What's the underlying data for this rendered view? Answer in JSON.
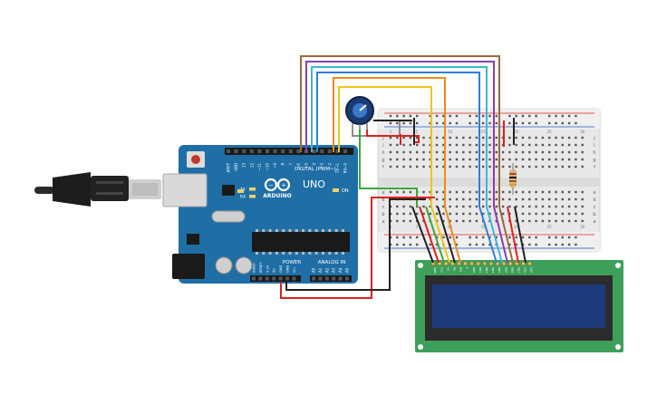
{
  "arduino": {
    "digital_label": "DIGITAL (PWM~)",
    "brand": "ARDUINO",
    "model": "UNO",
    "power_label": "POWER",
    "analog_label": "ANALOG IN",
    "on_label": "ON",
    "tx_label": "TX",
    "rx_label": "RX",
    "l_label": "L",
    "digital_pins": [
      "AREF",
      "GND",
      "13",
      "12",
      "~11",
      "~10",
      "~9",
      "8",
      "7",
      "~6",
      "~5",
      "4",
      "~3",
      "2",
      "TX→1",
      "RX←0"
    ],
    "power_pins": [
      "IOREF",
      "RESET",
      "3.3V",
      "5V",
      "GND",
      "GND",
      "Vin"
    ],
    "analog_pins": [
      "A0",
      "A1",
      "A2",
      "A3",
      "A4",
      "A5"
    ]
  },
  "breadboard": {
    "column_numbers": [
      "1",
      "5",
      "10",
      "15",
      "20",
      "25",
      "30"
    ],
    "row_letters_top": [
      "j",
      "i",
      "h",
      "g",
      "f"
    ],
    "row_letters_bottom": [
      "e",
      "d",
      "c",
      "b",
      "a"
    ]
  },
  "lcd": {
    "pin_labels": [
      "GND",
      "VCC",
      "V0",
      "RS",
      "RW",
      "E",
      "DB0",
      "DB1",
      "DB2",
      "DB3",
      "DB4",
      "DB5",
      "DB6",
      "DB7",
      "LED",
      "LED"
    ]
  },
  "colors": {
    "board_blue": "#1f6fa6",
    "pcb_green": "#3e9f5a",
    "lcd_screen": "#1d3a7a",
    "wire_red": "#e02020",
    "wire_black": "#222222",
    "wire_brown": "#9a6a3a",
    "wire_purple": "#8a3fa8",
    "wire_cyan": "#3fb6d6",
    "wire_blue": "#2f7fd6",
    "wire_orange": "#f08a1c",
    "wire_yellow": "#f0c419",
    "wire_green": "#3aa83a",
    "wire_gray": "#8c8c8c"
  }
}
